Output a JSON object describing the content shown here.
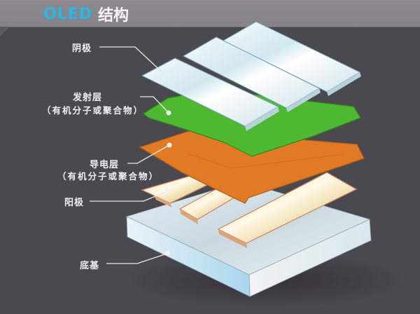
{
  "title": {
    "prefix": "OLED",
    "main": "结构",
    "prefix_color": "#2fb4e0"
  },
  "layers": [
    {
      "id": "cathode",
      "label": "阴极",
      "sublabel": "",
      "color": "#dfeef4"
    },
    {
      "id": "emissive",
      "label": "发射层",
      "sublabel": "（有机分子或聚合物）",
      "color": "#4fb832"
    },
    {
      "id": "conductive",
      "label": "导电层",
      "sublabel": "（有机分子或聚合物）",
      "color": "#e07a24"
    },
    {
      "id": "anode",
      "label": "阳极",
      "sublabel": "",
      "color": "#f3dcb0"
    },
    {
      "id": "substrate",
      "label": "底基",
      "sublabel": "",
      "color": "#d8ebf5"
    }
  ],
  "colors": {
    "background": "#4b4950",
    "header": "#8a878c",
    "leader_line": "#e8e8e8"
  }
}
